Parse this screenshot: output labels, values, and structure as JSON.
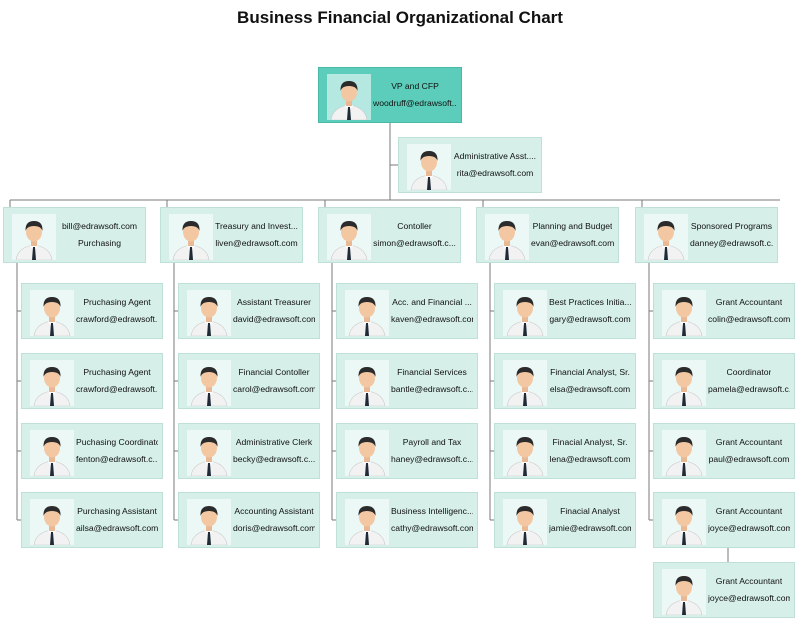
{
  "title": "Business Financial Organizational Chart",
  "colors": {
    "card": "#d6efe9",
    "top_card": "#5ccdbb",
    "line": "#7a7a7a"
  },
  "icon": "person-avatar-icon",
  "nodes": {
    "root": {
      "line1": "VP and CFP",
      "line2": "woodruff@edrawsoft..."
    },
    "assistant": {
      "line1": "Administrative Asst....",
      "line2": "rita@edrawsoft.com"
    },
    "departments": [
      {
        "line1": "bill@edrawsoft.com",
        "line2": "Purchasing",
        "members": [
          {
            "line1": "Pruchasing Agent",
            "line2": "crawford@edrawsoft...."
          },
          {
            "line1": "Pruchasing Agent",
            "line2": "crawford@edrawsoft...."
          },
          {
            "line1": "Puchasing Coordinator",
            "line2": "fenton@edrawsoft.c..."
          },
          {
            "line1": "Purchasing Assistant",
            "line2": "ailsa@edrawsoft.com"
          }
        ]
      },
      {
        "line1": "Treasury and Invest...",
        "line2": "liven@edrawsoft.com",
        "members": [
          {
            "line1": "Assistant Treasurer",
            "line2": "david@edrawsoft.com"
          },
          {
            "line1": "Financial Contoller",
            "line2": "carol@edrawsoft.com"
          },
          {
            "line1": "Administrative Clerk",
            "line2": "becky@edrawsoft.c..."
          },
          {
            "line1": "Accounting Assistant",
            "line2": "doris@edrawsoft.com"
          }
        ]
      },
      {
        "line1": "Contoller",
        "line2": "simon@edrawsoft.c...",
        "members": [
          {
            "line1": "Acc. and Financial ...",
            "line2": "kaven@edrawsoft.com"
          },
          {
            "line1": "Financial Services",
            "line2": "bantle@edrawsoft.c..."
          },
          {
            "line1": "Payroll and Tax",
            "line2": "haney@edrawsoft.c..."
          },
          {
            "line1": "Business Intelligenc...",
            "line2": "cathy@edrawsoft.com"
          }
        ]
      },
      {
        "line1": "Planning and Budget",
        "line2": "evan@edrawsoft.com",
        "members": [
          {
            "line1": "Best Practices Initia...",
            "line2": "gary@edrawsoft.com"
          },
          {
            "line1": "Financial Analyst, Sr.",
            "line2": "elsa@edrawsoft.com"
          },
          {
            "line1": "Finacial Analyst, Sr.",
            "line2": "lena@edrawsoft.com"
          },
          {
            "line1": "Finacial Analyst",
            "line2": "jamie@edrawsoft.com"
          }
        ]
      },
      {
        "line1": "Sponsored Programs",
        "line2": "danney@edrawsoft.c...",
        "members": [
          {
            "line1": "Grant Accountant",
            "line2": "colin@edrawsoft.com"
          },
          {
            "line1": "Coordinator",
            "line2": "pamela@edrawsoft.c..."
          },
          {
            "line1": "Grant Accountant",
            "line2": "paul@edrawsoft.com"
          },
          {
            "line1": "Grant Accountant",
            "line2": "joyce@edrawsoft.com"
          },
          {
            "line1": "Grant Accountant",
            "line2": "joyce@edrawsoft.com"
          }
        ]
      }
    ]
  }
}
